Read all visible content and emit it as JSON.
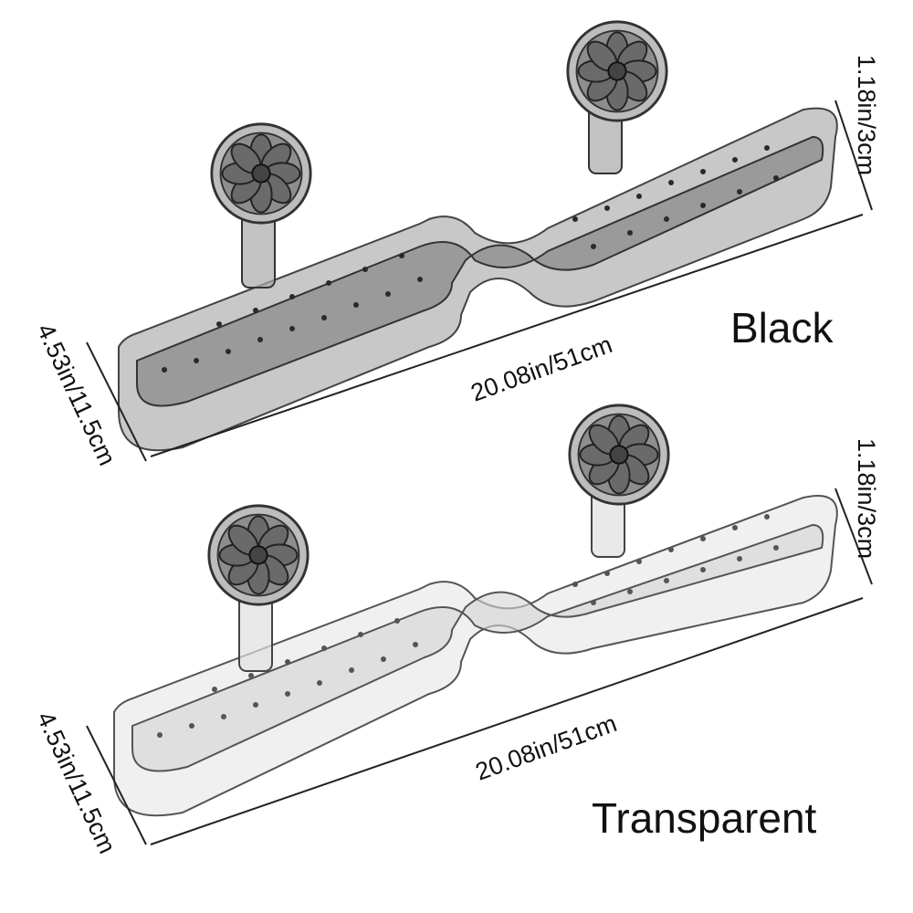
{
  "products": [
    {
      "variant_label": "Black",
      "length": "20.08in/51cm",
      "width": "4.53in/11.5cm",
      "height": "1.18in/3cm",
      "tint": "#6f6f6f"
    },
    {
      "variant_label": "Transparent",
      "length": "20.08in/51cm",
      "width": "4.53in/11.5cm",
      "height": "1.18in/3cm",
      "tint": "#c9c9c9"
    }
  ],
  "colors": {
    "line": "#222222",
    "outline": "#555555"
  },
  "icons": [
    "suction-cup-icon",
    "flower-pattern-icon",
    "hook-icon",
    "drain-hole-icon"
  ]
}
